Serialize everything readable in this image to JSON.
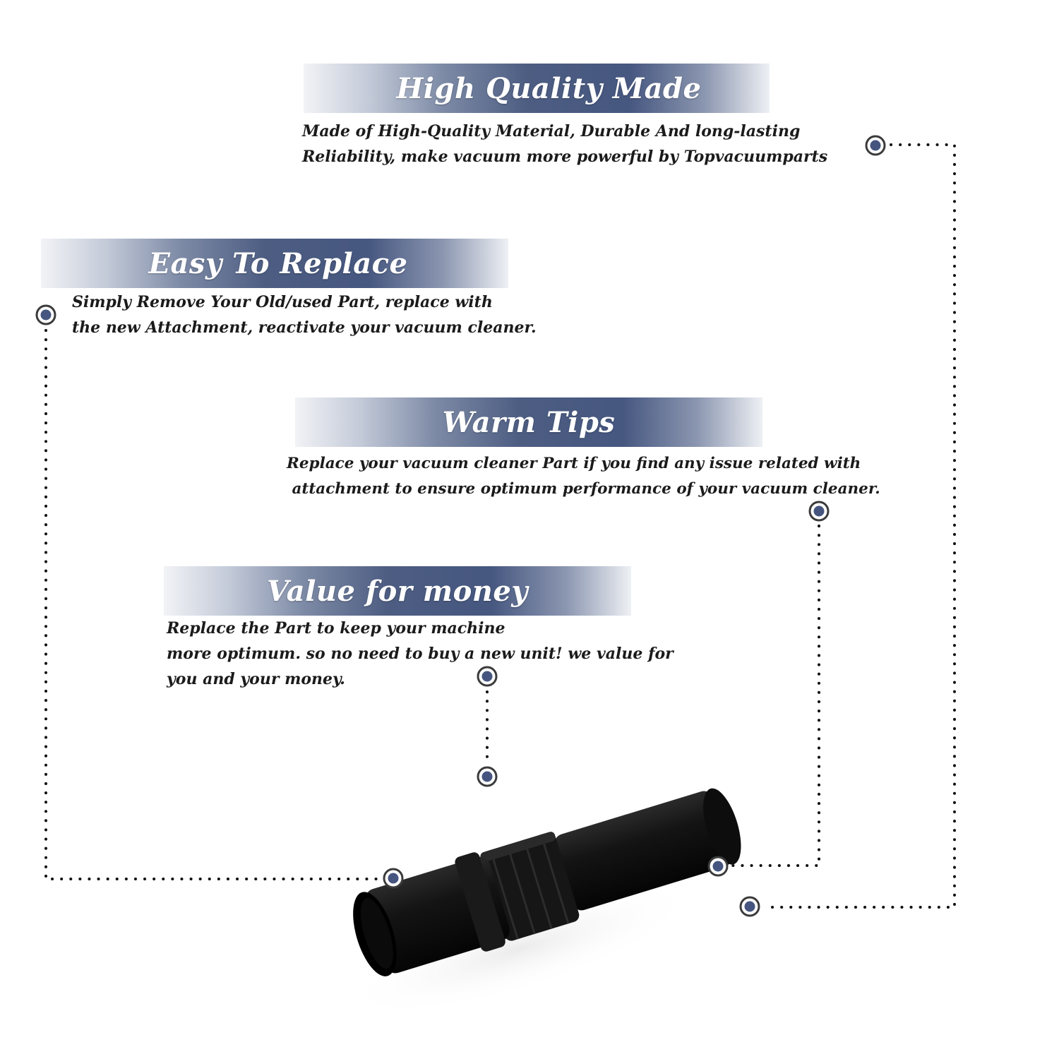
{
  "sections": [
    {
      "title": "High Quality Made",
      "lines": [
        "Made of  High-Quality Material, Durable And long-lasting",
        "Reliability, make vacuum more powerful by Topvacuumparts"
      ]
    },
    {
      "title": "Easy To Replace",
      "lines": [
        "Simply Remove Your Old/used Part, replace with",
        "the new Attachment, reactivate your vacuum cleaner."
      ]
    },
    {
      "title": "Warm Tips",
      "lines": [
        "Replace your vacuum cleaner Part if you find any issue related with",
        " attachment to ensure optimum performance of your vacuum cleaner."
      ]
    },
    {
      "title": "Value for money",
      "lines": [
        "Replace the Part to keep your machine",
        "more optimum. so no need to buy a new unit! we value for",
        "you and your money."
      ]
    }
  ],
  "colors": {
    "accent": "#465780",
    "dot": "#45557f",
    "text": "#1b1b1b",
    "product": "#111111"
  },
  "product": {
    "icon": "vacuum-extension-tube-icon"
  }
}
